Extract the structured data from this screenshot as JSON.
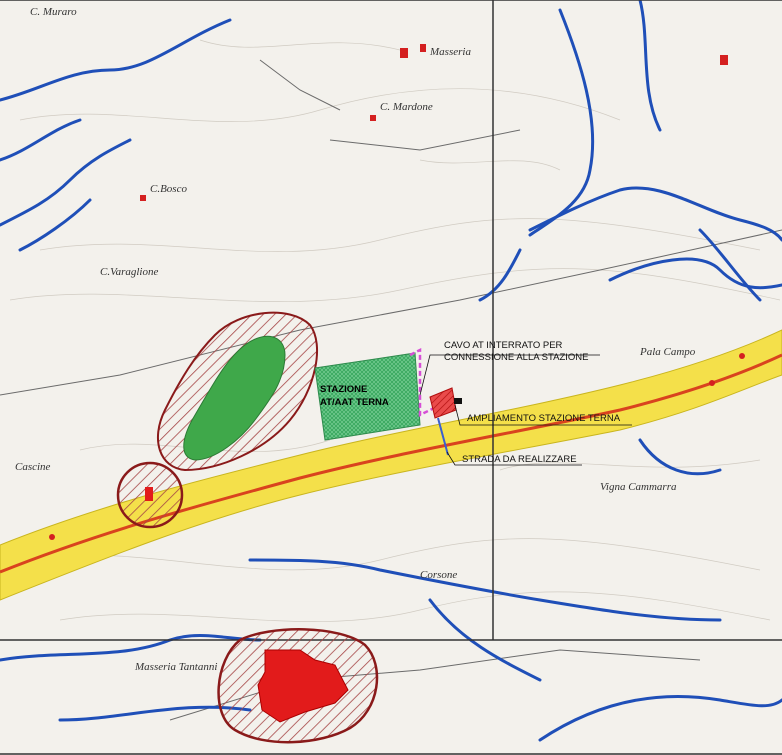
{
  "annotations": {
    "station_line1": "STAZIONE",
    "station_line2": "AT/AAT TERNA",
    "cable_line1": "CAVO AT INTERRATO PER",
    "cable_line2": "CONNESSIONE ALLA STAZIONE",
    "expansion": "AMPLIAMENTO STAZIONE TERNA",
    "road": "STRADA DA REALIZZARE"
  },
  "place_names": [
    "C. Muraro",
    "C.Bosco",
    "C.Varaglione",
    "C. Mardone",
    "Pala Campo",
    "Vigna Cammarra",
    "Masseria Tantanni",
    "Cascine",
    "Masseria",
    "Corsone"
  ],
  "colors": {
    "map_background": "#f3f1ec",
    "grid": "#333333",
    "rivers": "#1f4fb8",
    "buffer_corridor": "#f4e04a",
    "route_line": "#d9431e",
    "station_fill": "#3aa860",
    "green_area": "#3fa84a",
    "red_area": "#e21b1b",
    "hatched_outline": "#8a1a1a"
  }
}
